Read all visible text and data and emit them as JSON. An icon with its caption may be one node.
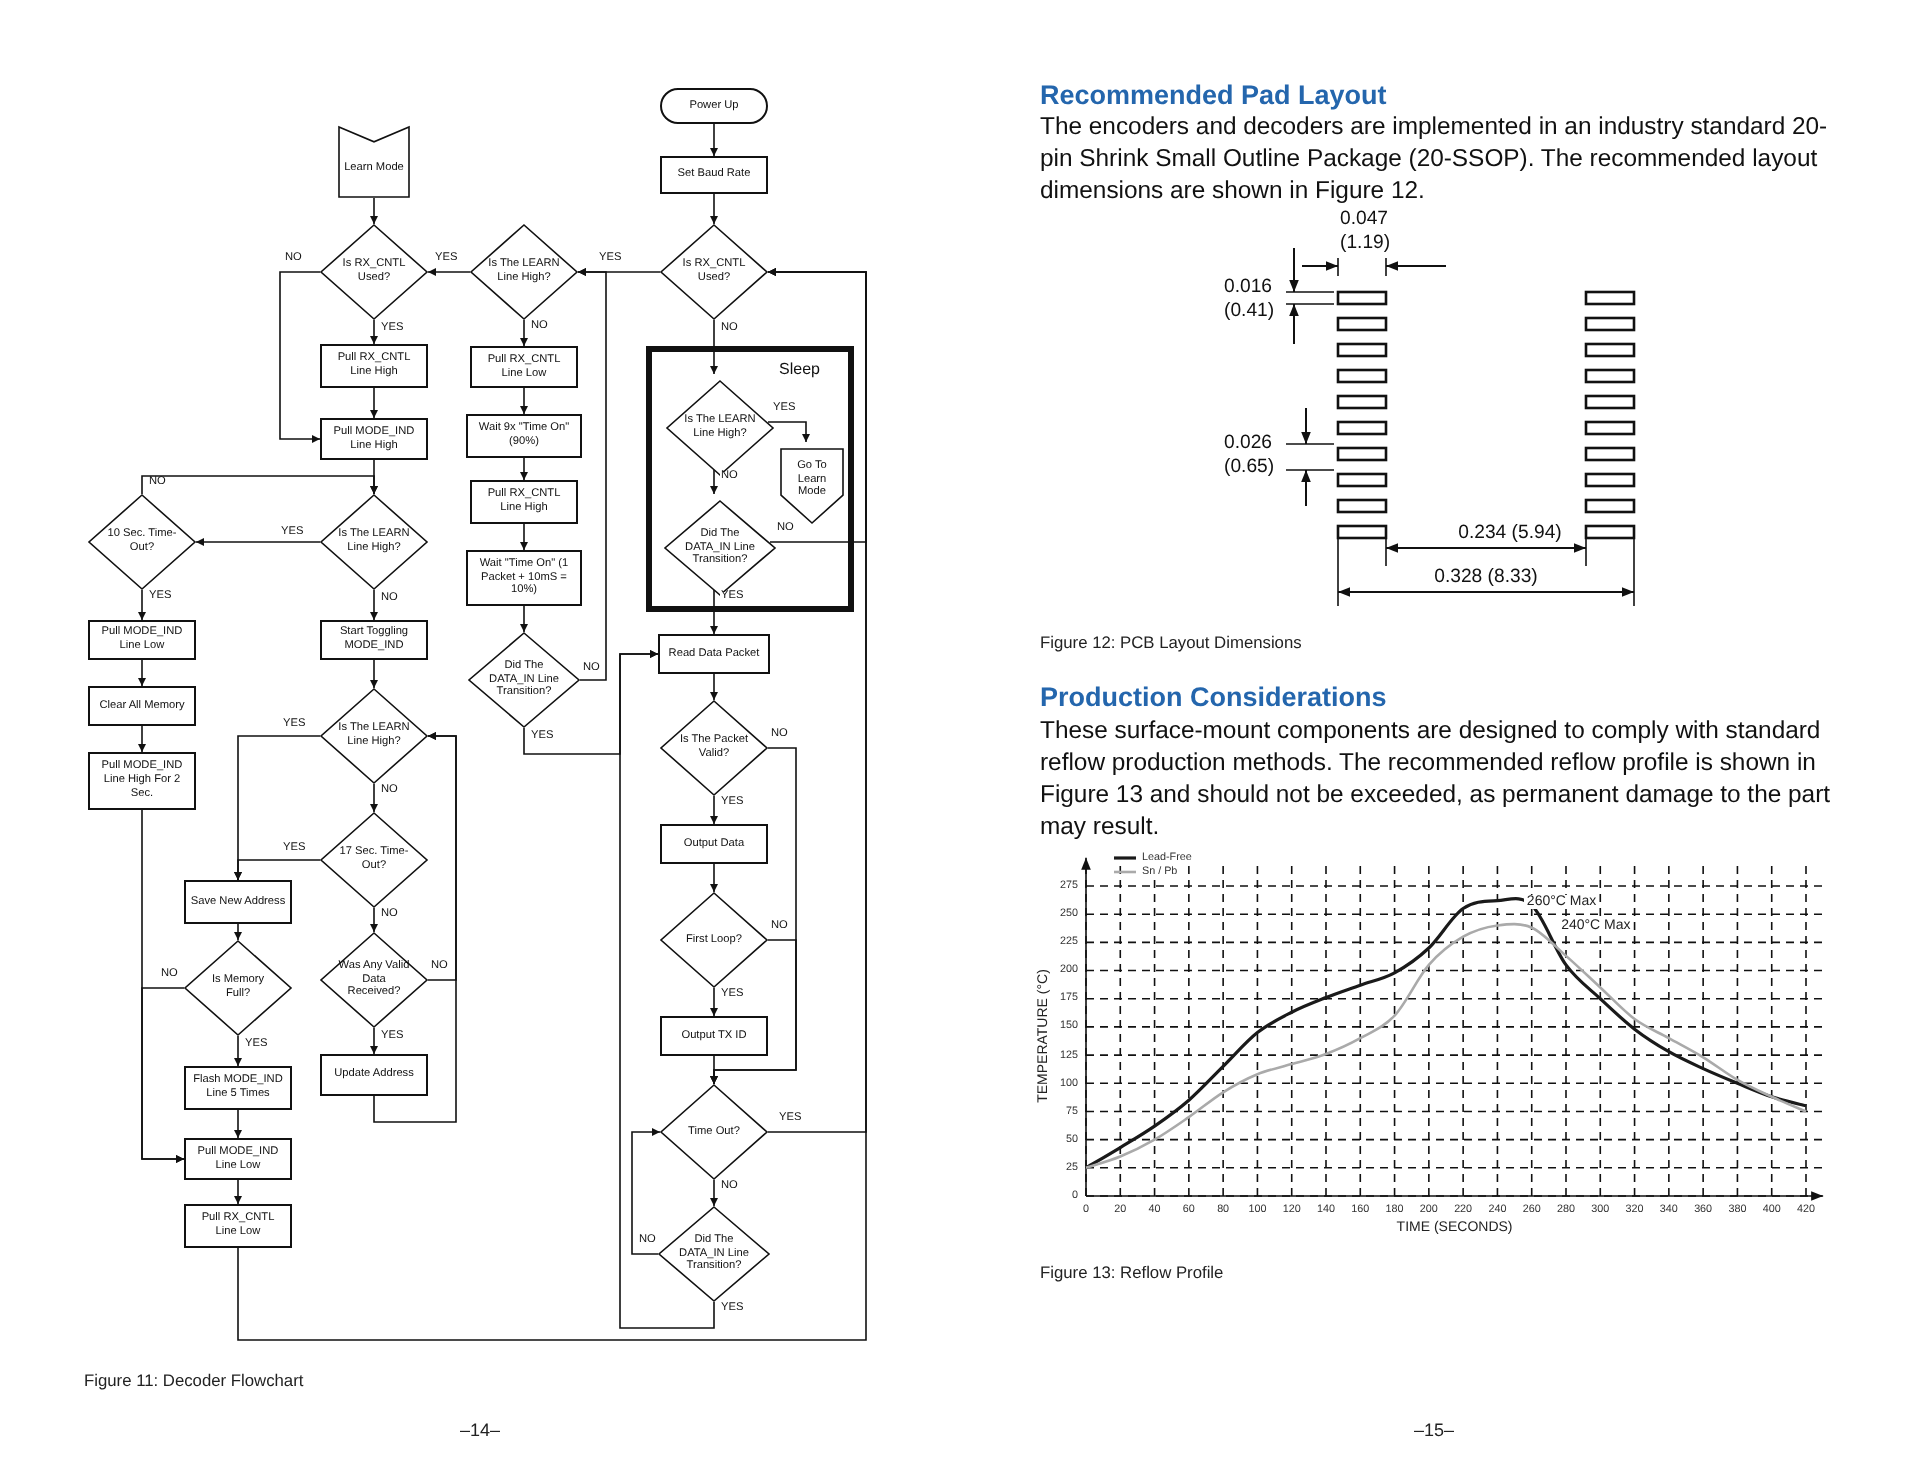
{
  "diagram": {
    "nodes": [
      {
        "text": [
          "Power Up"
        ]
      },
      {
        "text": [
          "Set Baud Rate"
        ]
      },
      {
        "text": [
          "Is RX_CNTL Used?"
        ]
      },
      {
        "text": [
          "Sleep"
        ]
      },
      {
        "text": [
          "Is The LEARN Line High?"
        ],
        "in": 3
      },
      {
        "text": [
          "Go To Learn Mode"
        ],
        "in": 3
      },
      {
        "text": [
          "Did The DATA_IN Line Transition?"
        ],
        "in": 3
      },
      {
        "text": [
          "Read Data Packet"
        ]
      },
      {
        "text": [
          "Is The Packet Valid?"
        ]
      },
      {
        "text": [
          "Output Data"
        ]
      },
      {
        "text": [
          "First Loop?"
        ]
      },
      {
        "text": [
          "Output TX ID"
        ]
      },
      {
        "text": [
          "Time Out?"
        ]
      },
      {
        "text": [
          "Did The DATA_IN Line Transition?"
        ]
      },
      {
        "text": [
          "Is The LEARN Line High?"
        ]
      },
      {
        "text": [
          "Pull RX_CNTL Line Low"
        ]
      },
      {
        "text": [
          "Wait 9x \"Time On\" (90%)"
        ]
      },
      {
        "text": [
          "Pull RX_CNTL Line High"
        ]
      },
      {
        "text": [
          "Wait \"Time On\" (1 Packet + 10mS = 10%)"
        ]
      },
      {
        "text": [
          "Did The DATA_IN Line Transition?"
        ]
      },
      {
        "text": [
          "Learn Mode"
        ]
      },
      {
        "text": [
          "Is RX_CNTL Used?"
        ]
      },
      {
        "text": [
          "Pull RX_CNTL Line High"
        ]
      },
      {
        "text": [
          "Pull MODE_IND Line High"
        ]
      },
      {
        "text": [
          "Is The LEARN Line High?"
        ]
      },
      {
        "text": [
          "10 Sec. Time-Out?"
        ]
      },
      {
        "text": [
          "Pull MODE_IND Line Low"
        ]
      },
      {
        "text": [
          "Start Toggling MODE_IND"
        ]
      },
      {
        "text": [
          "Clear All Memory"
        ]
      },
      {
        "text": [
          "Pull MODE_IND Line High For 2 Sec."
        ]
      },
      {
        "text": [
          "Is The LEARN Line High?"
        ]
      },
      {
        "text": [
          "17 Sec. Time-Out?"
        ]
      },
      {
        "text": [
          "Save New Address"
        ]
      },
      {
        "text": [
          "Was Any Valid Data Received?"
        ]
      },
      {
        "text": [
          "Is Memory Full?"
        ]
      },
      {
        "text": [
          "Update Address"
        ]
      },
      {
        "text": [
          "Flash MODE_IND Line 5 Times"
        ]
      },
      {
        "text": [
          "Pull MODE_IND Line Low"
        ]
      },
      {
        "text": [
          "Pull RX_CNTL Line Low"
        ]
      }
    ],
    "edges": [
      {
        "from": 0,
        "to": 1,
        "arrow": "to"
      },
      {
        "from": 1,
        "to": 2,
        "arrow": "to"
      },
      {
        "from": 2,
        "to": 14,
        "arrow": "to",
        "label": "YES"
      },
      {
        "from": 2,
        "to": 4,
        "arrow": "to",
        "label": "NO"
      },
      {
        "from": 4,
        "to": 5,
        "arrow": "to",
        "label": "YES"
      },
      {
        "from": 4,
        "to": 6,
        "arrow": "to",
        "label": "NO"
      },
      {
        "from": 6,
        "to": 2,
        "arrow": "to",
        "label": "NO"
      },
      {
        "from": 6,
        "to": 7,
        "arrow": "to",
        "label": "YES"
      },
      {
        "from": 7,
        "to": 8,
        "arrow": "to"
      },
      {
        "from": 8,
        "to": 9,
        "arrow": "to",
        "label": "YES"
      },
      {
        "from": 8,
        "to": 12,
        "arrow": "to",
        "label": "NO"
      },
      {
        "from": 9,
        "to": 10,
        "arrow": "to"
      },
      {
        "from": 10,
        "to": 11,
        "arrow": "to",
        "label": "YES"
      },
      {
        "from": 10,
        "to": 12,
        "arrow": "to",
        "label": "NO"
      },
      {
        "from": 11,
        "to": 12,
        "arrow": "to"
      },
      {
        "from": 12,
        "to": 2,
        "arrow": "to",
        "label": "YES"
      },
      {
        "from": 12,
        "to": 13,
        "arrow": "to",
        "label": "NO"
      },
      {
        "from": 13,
        "to": 12,
        "arrow": "to",
        "label": "NO"
      },
      {
        "from": 13,
        "to": 7,
        "arrow": "to",
        "label": "YES"
      },
      {
        "from": 14,
        "to": 21,
        "arrow": "to",
        "label": "YES"
      },
      {
        "from": 14,
        "to": 15,
        "arrow": "to",
        "label": "NO"
      },
      {
        "from": 15,
        "to": 16,
        "arrow": "to"
      },
      {
        "from": 16,
        "to": 17,
        "arrow": "to"
      },
      {
        "from": 17,
        "to": 18,
        "arrow": "to"
      },
      {
        "from": 18,
        "to": 19,
        "arrow": "to"
      },
      {
        "from": 19,
        "to": 14,
        "arrow": "to",
        "label": "NO"
      },
      {
        "from": 19,
        "to": 7,
        "arrow": "to",
        "label": "YES"
      },
      {
        "from": 20,
        "to": 21,
        "arrow": "to"
      },
      {
        "from": 21,
        "to": 22,
        "arrow": "to",
        "label": "YES"
      },
      {
        "from": 21,
        "to": 23,
        "arrow": "to",
        "label": "NO"
      },
      {
        "from": 22,
        "to": 23,
        "arrow": "to"
      },
      {
        "from": 23,
        "to": 24,
        "arrow": "to"
      },
      {
        "from": 24,
        "to": 25,
        "arrow": "to",
        "label": "YES"
      },
      {
        "from": 24,
        "to": 27,
        "arrow": "to",
        "label": "NO"
      },
      {
        "from": 25,
        "to": 24,
        "arrow": "to",
        "label": "NO"
      },
      {
        "from": 25,
        "to": 26,
        "arrow": "to",
        "label": "YES"
      },
      {
        "from": 26,
        "to": 28,
        "arrow": "to"
      },
      {
        "from": 28,
        "to": 29,
        "arrow": "to"
      },
      {
        "from": 29,
        "to": 37,
        "arrow": "to"
      },
      {
        "from": 27,
        "to": 30,
        "arrow": "to"
      },
      {
        "from": 30,
        "to": 32,
        "arrow": "to",
        "label": "YES"
      },
      {
        "from": 30,
        "to": 31,
        "arrow": "to",
        "label": "NO"
      },
      {
        "from": 31,
        "to": 32,
        "arrow": "to",
        "label": "YES"
      },
      {
        "from": 31,
        "to": 33,
        "arrow": "to",
        "label": "NO"
      },
      {
        "from": 33,
        "to": 35,
        "arrow": "to",
        "label": "YES"
      },
      {
        "from": 33,
        "to": 30,
        "arrow": "to",
        "label": "NO"
      },
      {
        "from": 35,
        "to": 30,
        "arrow": "to"
      },
      {
        "from": 32,
        "to": 34,
        "arrow": "to"
      },
      {
        "from": 34,
        "to": 36,
        "arrow": "to",
        "label": "YES"
      },
      {
        "from": 34,
        "to": 37,
        "arrow": "to",
        "label": "NO"
      },
      {
        "from": 36,
        "to": 37,
        "arrow": "to"
      },
      {
        "from": 37,
        "to": 38,
        "arrow": "to"
      },
      {
        "from": 38,
        "to": 2,
        "arrow": "to"
      }
    ],
    "labels": [
      "Figure 11: Decoder Flowchart",
      "–14–",
      "Recommended Pad Layout",
      "The encoders and decoders are implemented in an industry standard 20-pin Shrink Small Outline Package (20-SSOP). The recommended layout dimensions are shown in Figure 12.",
      "0.047 (1.19)",
      "0.016 (0.41)",
      "0.026 (0.65)",
      "0.234 (5.94)",
      "0.328 (8.33)",
      "Figure 12: PCB Layout Dimensions",
      "Production Considerations",
      "These surface-mount components are designed to comply with standard reflow production methods. The recommended reflow profile is shown in Figure 13 and should not be exceeded, as permanent damage to the part may result.",
      "Figure 13: Reflow Profile",
      "–15–"
    ],
    "chart_data": {
      "type": "line",
      "xlabel": "TIME (SECONDS)",
      "ylabel": "TEMPERATURE (°C)",
      "x": [
        0,
        20,
        40,
        60,
        80,
        100,
        120,
        140,
        160,
        180,
        200,
        220,
        240,
        260,
        280,
        300,
        320,
        340,
        360,
        380,
        400,
        420
      ],
      "series": [
        {
          "name": "Lead-Free",
          "color": "#1a1a1a",
          "values": [
            25,
            43,
            62,
            85,
            115,
            145,
            163,
            176,
            187,
            198,
            220,
            255,
            262,
            258,
            205,
            175,
            148,
            128,
            113,
            100,
            88,
            80
          ]
        },
        {
          "name": "Sn / Pb",
          "color": "#aaaaaa",
          "values": [
            25,
            35,
            50,
            70,
            92,
            108,
            117,
            126,
            140,
            160,
            205,
            230,
            240,
            238,
            213,
            185,
            157,
            140,
            123,
            103,
            88,
            75
          ]
        }
      ],
      "xlim": [
        0,
        430
      ],
      "ylim": [
        0,
        300
      ],
      "grid": true,
      "legend": "upper left",
      "xticks": [
        0,
        20,
        40,
        60,
        80,
        100,
        120,
        140,
        160,
        180,
        200,
        220,
        240,
        260,
        280,
        300,
        320,
        340,
        360,
        380,
        400,
        420
      ],
      "yticks": [
        0,
        25,
        50,
        75,
        100,
        125,
        150,
        175,
        200,
        225,
        250,
        275
      ],
      "annotations": [
        "260°C Max",
        "240°C Max"
      ]
    }
  }
}
